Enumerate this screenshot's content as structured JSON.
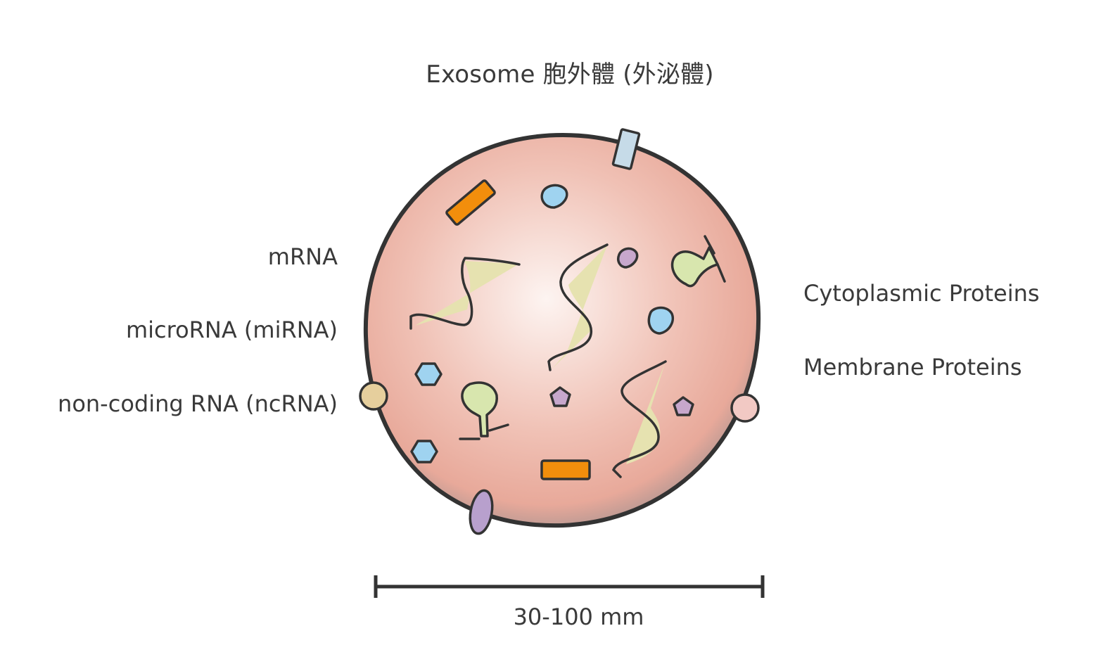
{
  "title": "Exosome 胞外體 (外泌體)",
  "left_labels": [
    {
      "id": "mrna",
      "text": "mRNA"
    },
    {
      "id": "mirna",
      "text": "microRNA (miRNA)"
    },
    {
      "id": "ncrna",
      "text": "non-coding RNA (ncRNA)"
    }
  ],
  "right_labels": [
    {
      "id": "cytoplasmic",
      "text": "Cytoplasmic Proteins"
    },
    {
      "id": "membrane",
      "text": "Membrane Proteins"
    }
  ],
  "scale_label": "30-100 mm",
  "colors": {
    "outline": "#333333",
    "vesicle_center": "#fdf4f1",
    "vesicle_edge": "#e8a99a",
    "vesicle_shadow": "#9a8c8a",
    "mrna_fill": "#e6e2b0",
    "ncrna_fill": "#d8e6ae",
    "blue_protein": "#9fd3f0",
    "purple_protein": "#c7a7cc",
    "orange_protein": "#f28e0c",
    "membrane_blue": "#c6dbe8",
    "membrane_tan": "#e6cf9d",
    "membrane_pink": "#f2c9c4",
    "membrane_purple": "#b8a0cd"
  }
}
